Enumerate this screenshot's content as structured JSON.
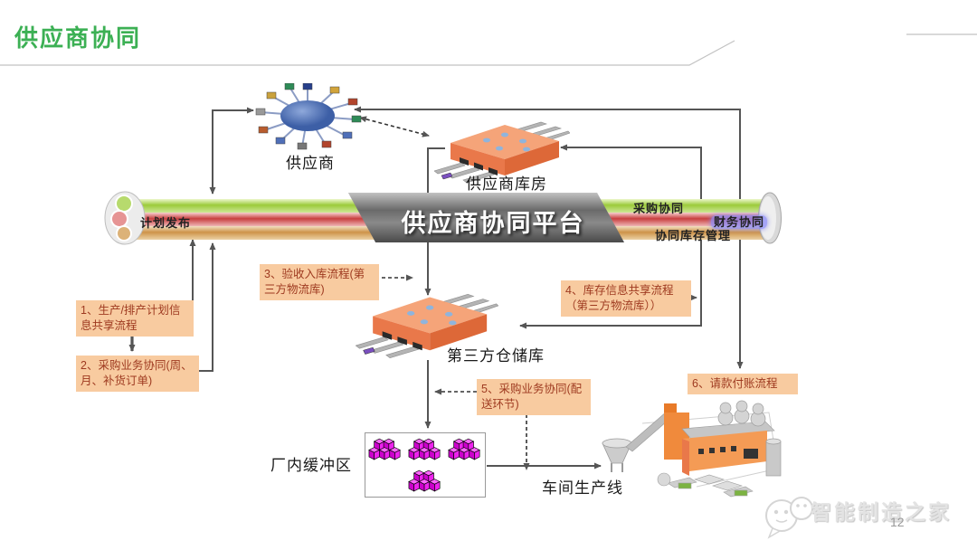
{
  "slide": {
    "title": "供应商协同",
    "page_number": "12",
    "watermark": "智能制造之家"
  },
  "platform": {
    "label": "供应商协同平台",
    "strands": {
      "plan": {
        "label": "计划发布",
        "color": "#C84040"
      },
      "purchase": {
        "label": "采购协同",
        "color": "#9CCB3B"
      },
      "finance": {
        "label": "财务协同",
        "color": "#C84040"
      },
      "inventory": {
        "label": "协同库存管理",
        "color": "#CE9349"
      }
    }
  },
  "nodes": {
    "supplier": {
      "label": "供应商"
    },
    "supplier_warehouse": {
      "label": "供应商库房"
    },
    "third_party_warehouse": {
      "label": "第三方仓储库"
    },
    "buffer_zone": {
      "label": "厂内缓冲区"
    },
    "production_line": {
      "label": "车间生产线"
    }
  },
  "process_labels": [
    {
      "id": "1",
      "text": "1、生产/排产计划信息共享流程"
    },
    {
      "id": "2",
      "text": "2、采购业务协同(周、月、补货订单)"
    },
    {
      "id": "3",
      "text": "3、验收入库流程(第三方物流库)"
    },
    {
      "id": "4",
      "text": "4、库存信息共享流程（第三方物流库））"
    },
    {
      "id": "5",
      "text": "5、采购业务协同(配送环节)"
    },
    {
      "id": "6",
      "text": "6、请款付账流程"
    }
  ],
  "icons": {
    "supplier_hub": "network-hub-icon",
    "supplier_warehouse": "warehouse-icon",
    "third_party_warehouse": "warehouse-icon",
    "buffer_blocks": "pallet-blocks-icon",
    "production_line": "factory-icon",
    "watermark_logo": "chat-bubbles-icon"
  },
  "colors": {
    "title_green": "#3CB054",
    "process_box_bg": "#F8CBA0",
    "process_box_text": "#9E3A20",
    "connector": "#555555",
    "sleeve_gray": "#6a6a6a",
    "blocks_magenta": "#EE22EE",
    "warehouse_orange": "#E9784A"
  }
}
